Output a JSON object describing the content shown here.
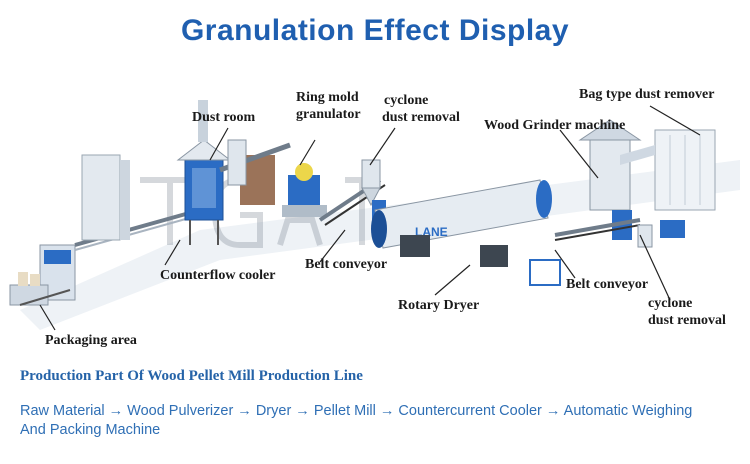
{
  "title": "Granulation Effect Display",
  "labels": {
    "dust_room": "Dust room",
    "ring_mold": "Ring mold",
    "granulator": "granulator",
    "cyclone_top_1": "cyclone",
    "dust_removal_top": "dust removal",
    "wood_grinder": "Wood Grinder machine",
    "bag_dust_remover": "Bag type dust remover",
    "counterflow_cooler": "Counterflow cooler",
    "belt_conveyor_1": "Belt conveyor",
    "rotary_dryer": "Rotary Dryer",
    "belt_conveyor_2": "Belt conveyor",
    "cyclone_bottom": "cyclone",
    "dust_removal_bottom": "dust removal",
    "packaging_area": "Packaging area"
  },
  "dryer_brand": "LANE",
  "section_title": "Production Part Of Wood Pellet Mill Production Line",
  "process_flow": "Raw Material → Wood Pulverizer → Dryer → Pellet Mill → Countercurrent Cooler → Automatic Weighing And Packing Machine",
  "colors": {
    "title": "#1f5fb0",
    "section_title": "#2563a8",
    "flow_text": "#2f6fb5",
    "machine_blue": "#2b6cc4",
    "dark_blue": "#1c4f96",
    "frame_gray": "#8a96a3",
    "rust": "#8a5a3c"
  }
}
